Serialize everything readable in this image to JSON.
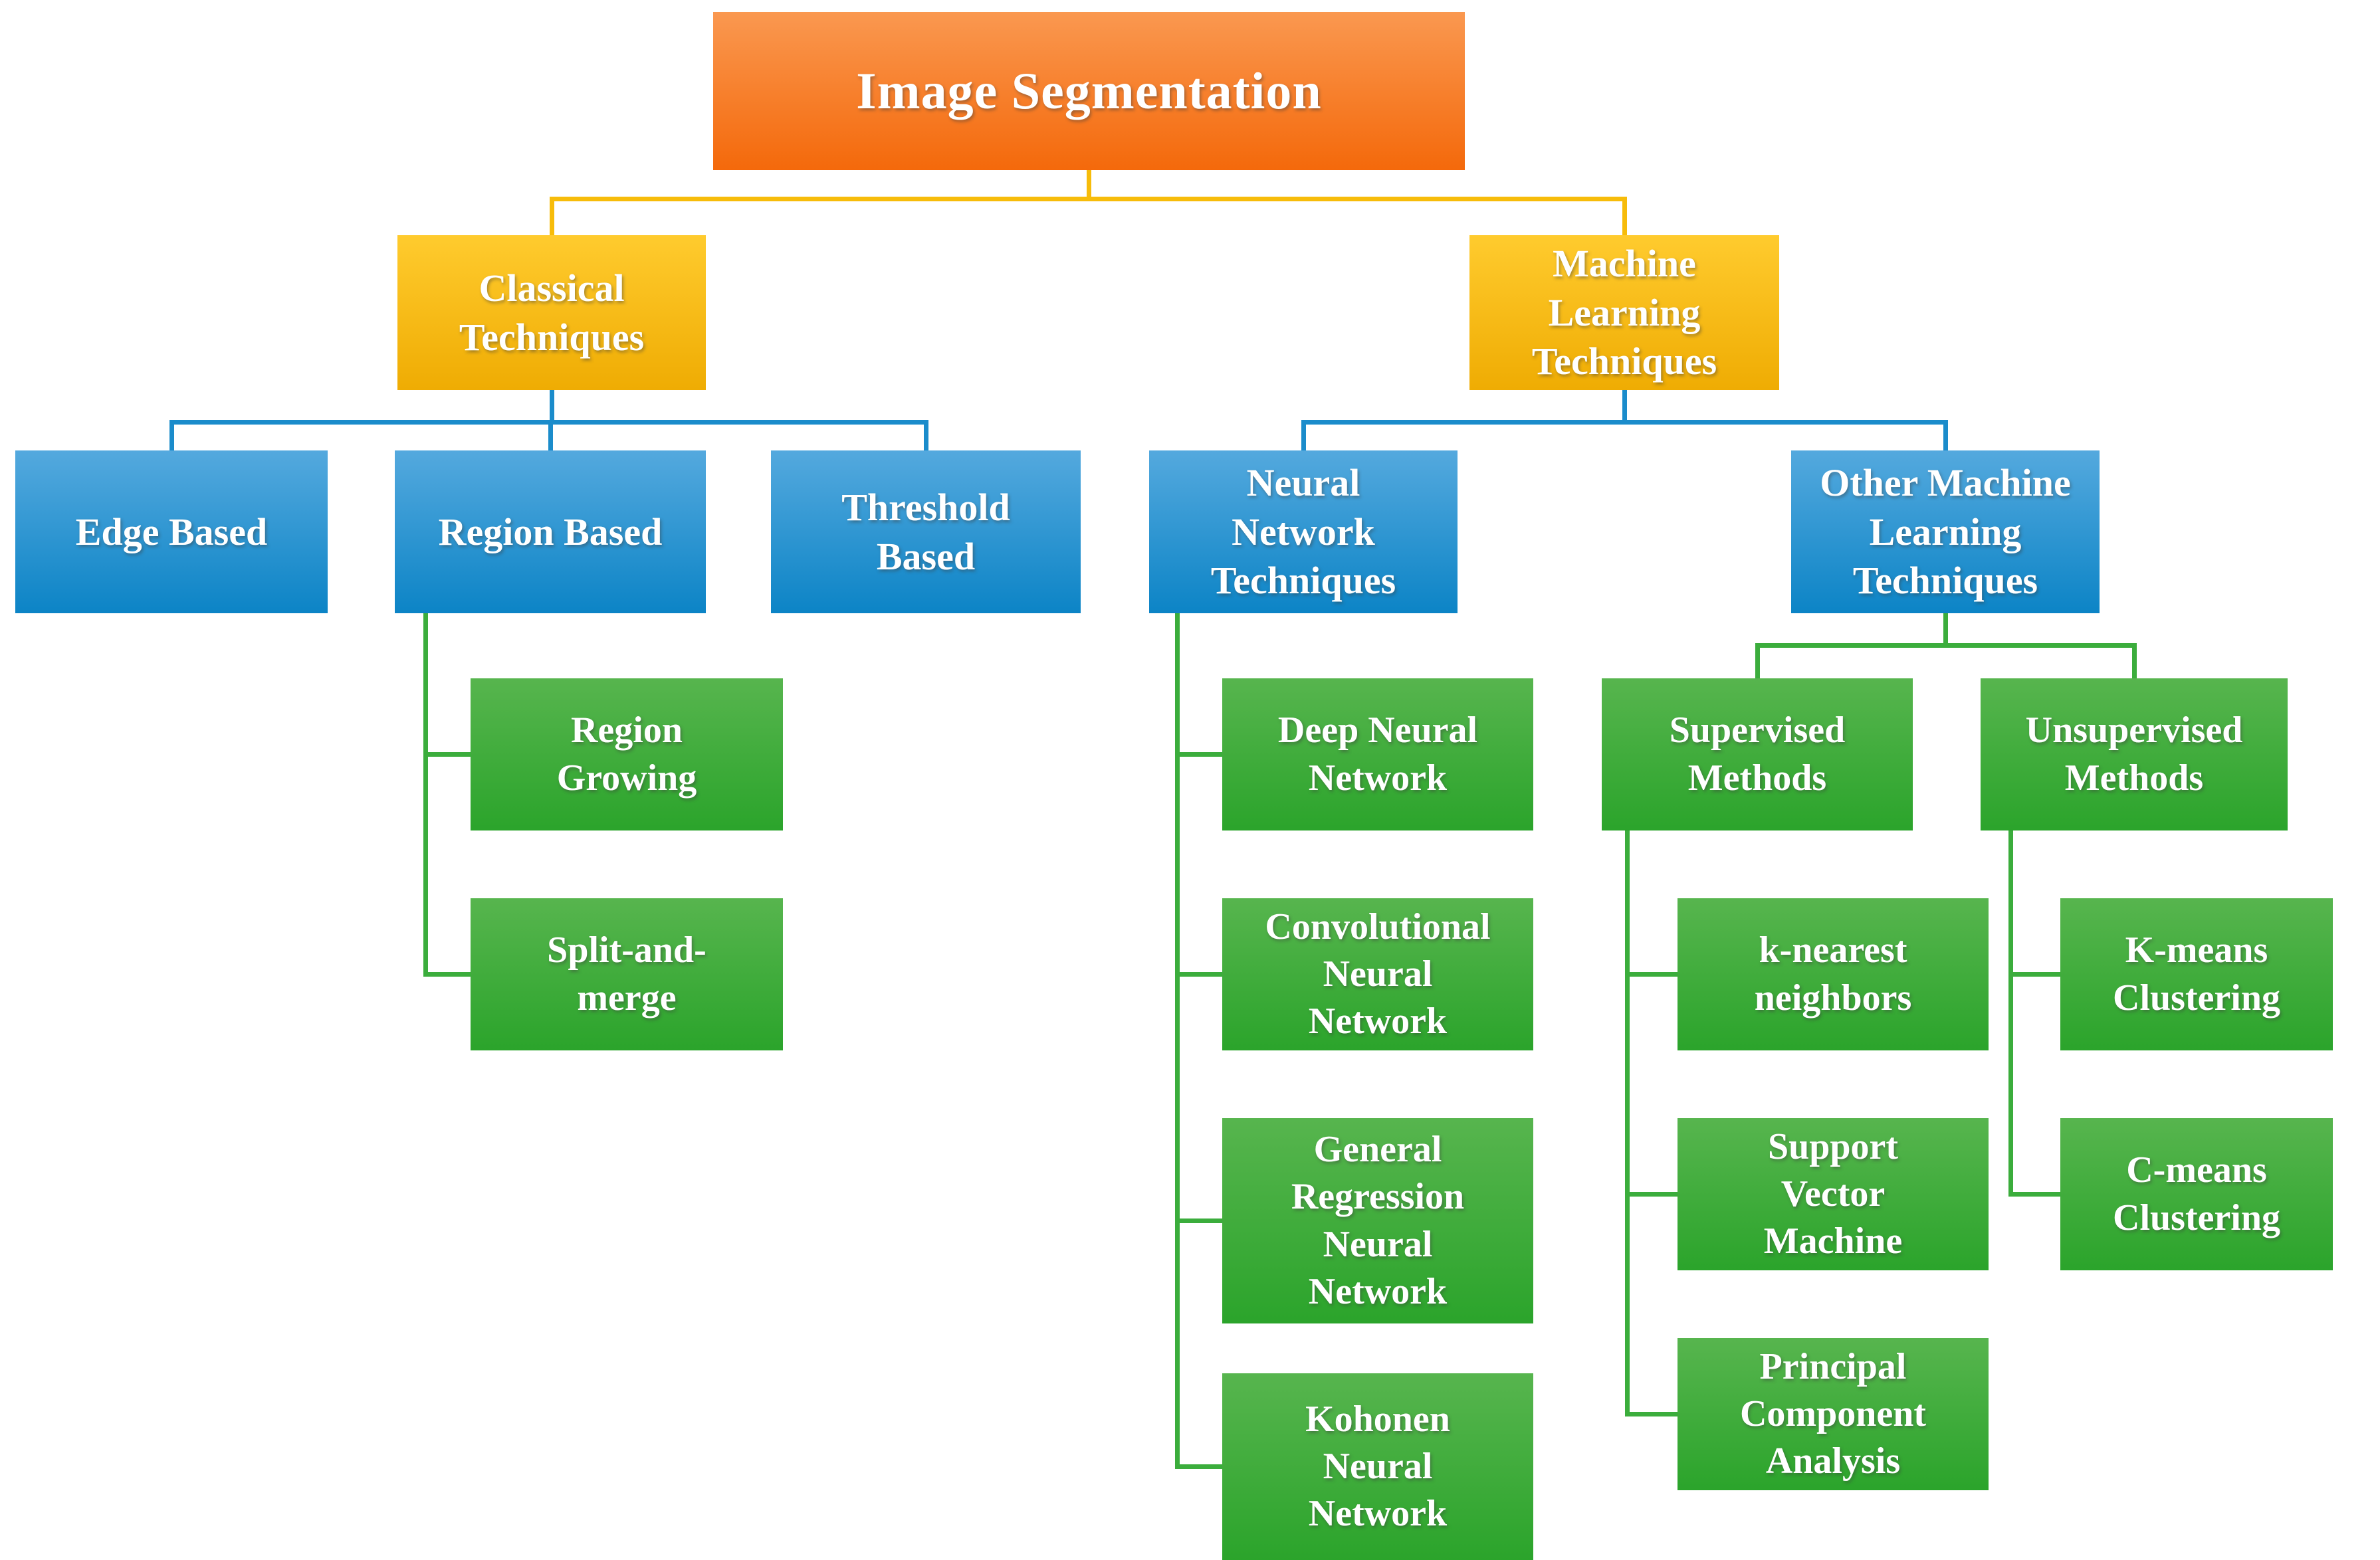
{
  "diagram": {
    "type": "hierarchy-tree",
    "title": "Image Segmentation",
    "background": "#FFFFFF",
    "palette": {
      "root-top": "#FA9850",
      "root-bottom": "#F4690B",
      "level1-top": "#FFCB2E",
      "level1-bottom": "#EFAC03",
      "level2-top": "#54A9DE",
      "level2-bottom": "#0C84C6",
      "leaf-top": "#57B54E",
      "leaf-bottom": "#2BA42B",
      "connector-gold": "#F7BC0A",
      "connector-blue": "#1B8CCB",
      "connector-green": "#3BAD3C"
    },
    "nodes": {
      "root": {
        "label": "Image Segmentation"
      },
      "classical": {
        "label": "Classical\nTechniques"
      },
      "ml": {
        "label": "Machine\nLearning\nTechniques"
      },
      "edge": {
        "label": "Edge Based"
      },
      "region": {
        "label": "Region Based"
      },
      "threshold": {
        "label": "Threshold\nBased"
      },
      "nnt": {
        "label": "Neural\nNetwork\nTechniques"
      },
      "omlt": {
        "label": "Other Machine\nLearning\nTechniques"
      },
      "region_growing": {
        "label": "Region\nGrowing"
      },
      "split_merge": {
        "label": "Split-and-\nmerge"
      },
      "dnn": {
        "label": "Deep Neural\nNetwork"
      },
      "cnn": {
        "label": "Convolutional\nNeural\nNetwork"
      },
      "grnn": {
        "label": "General\nRegression\nNeural\nNetwork"
      },
      "kohonen": {
        "label": "Kohonen\nNeural\nNetwork"
      },
      "supervised": {
        "label": "Supervised\nMethods"
      },
      "unsupervised": {
        "label": "Unsupervised\nMethods"
      },
      "knn": {
        "label": "k-nearest\nneighbors"
      },
      "svm": {
        "label": "Support\nVector\nMachine"
      },
      "pca": {
        "label": "Principal\nComponent\nAnalysis"
      },
      "kmeans": {
        "label": "K-means\nClustering"
      },
      "cmeans": {
        "label": "C-means\nClustering"
      }
    },
    "edges": [
      {
        "from": "Image Segmentation",
        "to": "Classical Techniques"
      },
      {
        "from": "Image Segmentation",
        "to": "Machine Learning Techniques"
      },
      {
        "from": "Classical Techniques",
        "to": "Edge Based"
      },
      {
        "from": "Classical Techniques",
        "to": "Region Based"
      },
      {
        "from": "Classical Techniques",
        "to": "Threshold Based"
      },
      {
        "from": "Region Based",
        "to": "Region Growing"
      },
      {
        "from": "Region Based",
        "to": "Split-and-merge"
      },
      {
        "from": "Machine Learning Techniques",
        "to": "Neural Network Techniques"
      },
      {
        "from": "Machine Learning Techniques",
        "to": "Other Machine Learning Techniques"
      },
      {
        "from": "Neural Network Techniques",
        "to": "Deep Neural Network"
      },
      {
        "from": "Neural Network Techniques",
        "to": "Convolutional Neural Network"
      },
      {
        "from": "Neural Network Techniques",
        "to": "General Regression Neural Network"
      },
      {
        "from": "Neural Network Techniques",
        "to": "Kohonen Neural Network"
      },
      {
        "from": "Other Machine Learning Techniques",
        "to": "Supervised Methods"
      },
      {
        "from": "Other Machine Learning Techniques",
        "to": "Unsupervised Methods"
      },
      {
        "from": "Supervised Methods",
        "to": "k-nearest neighbors"
      },
      {
        "from": "Supervised Methods",
        "to": "Support Vector Machine"
      },
      {
        "from": "Supervised Methods",
        "to": "Principal Component Analysis"
      },
      {
        "from": "Unsupervised Methods",
        "to": "K-means Clustering"
      },
      {
        "from": "Unsupervised Methods",
        "to": "C-means Clustering"
      }
    ]
  }
}
